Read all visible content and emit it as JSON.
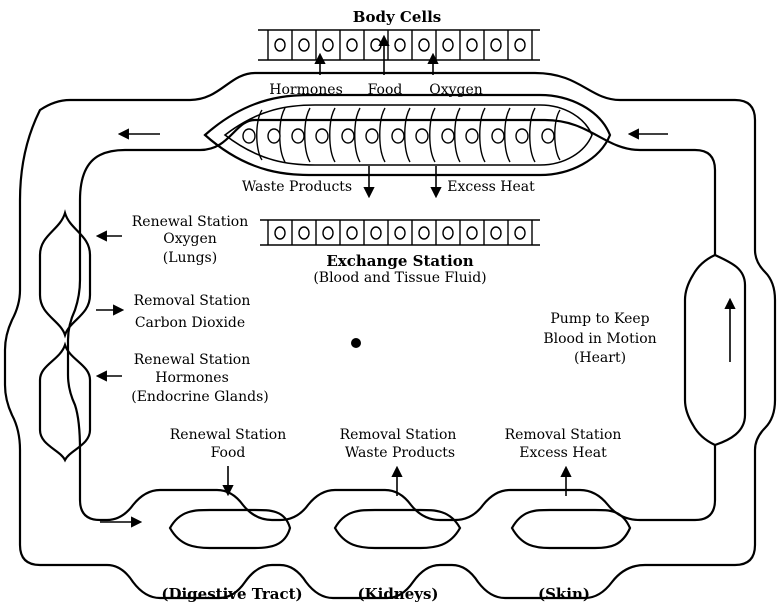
{
  "title": "Body Cells",
  "top_labels": {
    "hormones": "Hormones",
    "food": "Food",
    "oxygen": "Oxygen"
  },
  "waste_products": "Waste Products",
  "excess_heat": "Excess Heat",
  "exchange_station": {
    "line1": "Exchange Station",
    "line2": "(Blood and Tissue Fluid)"
  },
  "renewal_oxygen": {
    "line1": "Renewal Station",
    "line2": "Oxygen",
    "line3": "(Lungs)"
  },
  "removal_co2": {
    "line1": "Removal Station",
    "line2": "Carbon Dioxide"
  },
  "renewal_hormones": {
    "line1": "Renewal Station",
    "line2": "Hormones",
    "line3": "(Endocrine Glands)"
  },
  "pump": {
    "line1": "Pump to Keep",
    "line2": "Blood in Motion",
    "line3": "(Heart)"
  },
  "renewal_food": {
    "line1": "Renewal Station",
    "line2": "Food"
  },
  "removal_waste": {
    "line1": "Removal Station",
    "line2": "Waste Products"
  },
  "removal_heat": {
    "line1": "Removal Station",
    "line2": "Excess Heat"
  },
  "bottom_labels": {
    "digestive": "(Digestive Tract)",
    "kidneys": "(Kidneys)",
    "skin": "(Skin)"
  }
}
